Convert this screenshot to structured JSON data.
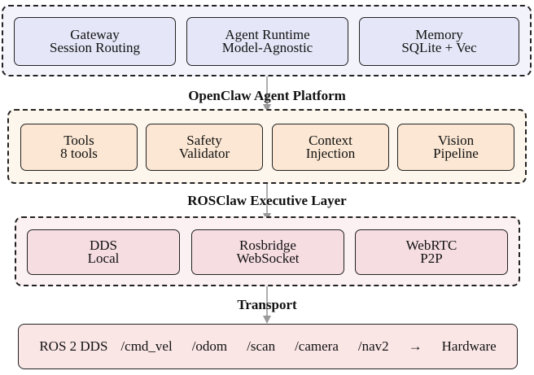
{
  "colors": {
    "platform_bg": "#f3f3fb",
    "platform_box": "#e5e7f8",
    "executive_bg": "#fdf6ec",
    "executive_box": "#fbe7d3",
    "transport_bg": "#fbf0f2",
    "transport_box": "#f6dde2",
    "hardware_box": "#fbe6e6",
    "border": "#222222",
    "arrow": "#999999"
  },
  "platform": {
    "caption": "OpenClaw Agent Platform",
    "boxes": [
      {
        "line1": "Gateway",
        "line2": "Session Routing"
      },
      {
        "line1": "Agent Runtime",
        "line2": "Model-Agnostic"
      },
      {
        "line1": "Memory",
        "line2": "SQLite + Vec"
      }
    ]
  },
  "executive": {
    "caption": "ROSClaw Executive Layer",
    "boxes": [
      {
        "line1": "Tools",
        "line2": "8 tools"
      },
      {
        "line1": "Safety",
        "line2": "Validator"
      },
      {
        "line1": "Context",
        "line2": "Injection"
      },
      {
        "line1": "Vision",
        "line2": "Pipeline"
      }
    ]
  },
  "transport": {
    "caption": "Transport",
    "boxes": [
      {
        "line1": "DDS",
        "line2": "Local"
      },
      {
        "line1": "Rosbridge",
        "line2": "WebSocket"
      },
      {
        "line1": "WebRTC",
        "line2": "P2P"
      }
    ]
  },
  "hardware_row": {
    "items": [
      "ROS 2 DDS",
      "/cmd_vel",
      "/odom",
      "/scan",
      "/camera",
      "/nav2",
      "→",
      "Hardware"
    ]
  }
}
